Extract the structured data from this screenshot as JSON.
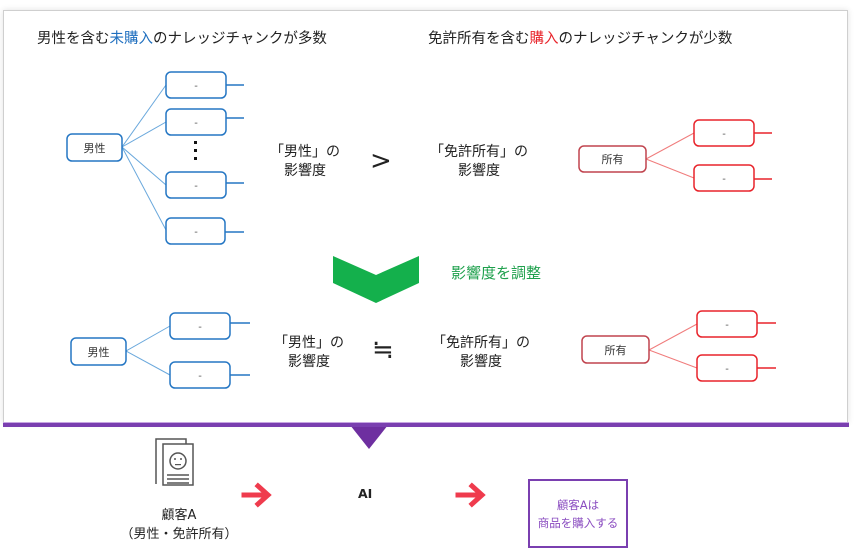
{
  "top_left_heading": {
    "prefix": "男性を含む",
    "highlight": "未購入",
    "suffix": "のナレッジチャンクが多数",
    "highlight_color": "#1f6fbf"
  },
  "top_right_heading": {
    "prefix": "免許所有を含む",
    "highlight": "購入",
    "suffix": "のナレッジチャンクが少数",
    "highlight_color": "#e8242b"
  },
  "before": {
    "left_tree": {
      "root": "男性",
      "children": [
        "-",
        "-",
        "-",
        "-"
      ],
      "ellipsis": "⋮"
    },
    "left_influence": {
      "line1": "「男性」の",
      "line2": "影響度"
    },
    "operator": ">",
    "right_influence": {
      "line1": "「免許所有」の",
      "line2": "影響度"
    },
    "right_tree": {
      "root": "所有",
      "children": [
        "-",
        "-"
      ]
    }
  },
  "adjust": {
    "label": "影響度を調整",
    "arrow_icon": "chevron-down-icon",
    "color": "#1aa64a"
  },
  "after": {
    "left_tree": {
      "root": "男性",
      "children": [
        "-",
        "-"
      ]
    },
    "left_influence": {
      "line1": "「男性」の",
      "line2": "影響度"
    },
    "operator": "≒",
    "right_influence": {
      "line1": "「免許所有」の",
      "line2": "影響度"
    },
    "right_tree": {
      "root": "所有",
      "children": [
        "-",
        "-"
      ]
    }
  },
  "flow": {
    "customer": {
      "icon": "customer-profile-icon",
      "name": "顧客A",
      "attributes": "（男性・免許所有）"
    },
    "arrow_icon": "right-arrow-icon",
    "ai_label": "AI",
    "result": {
      "line1": "顧客Aは",
      "line2": "商品を購入する"
    }
  },
  "colors": {
    "blue": "#2577c4",
    "blue_line": "#6aa8dc",
    "red": "#e8242b",
    "red_line": "#f07c7c",
    "root_red": "#c0444e",
    "purple": "#7a3fb0",
    "arrow_red": "#ef3b4d"
  }
}
